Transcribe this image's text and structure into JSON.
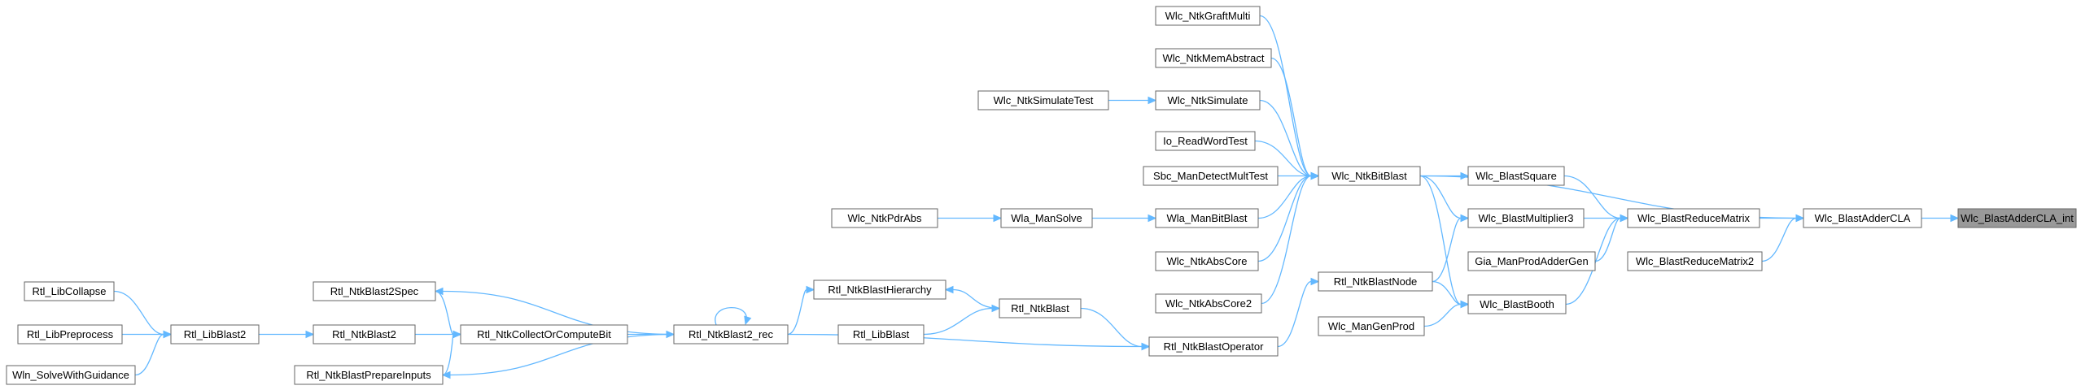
{
  "graph": {
    "title": "Wlc_BlastAdderCLA_int",
    "colors": {
      "node_border": "#666666",
      "root_fill": "#999999",
      "edge": "#63b8ff",
      "text": "#000000"
    },
    "nodes": [
      {
        "id": "n_root",
        "label": "Wlc_BlastAdderCLA_int",
        "root": true
      },
      {
        "id": "n_adderCLA",
        "label": "Wlc_BlastAdderCLA"
      },
      {
        "id": "n_reduceMatrix",
        "label": "Wlc_BlastReduceMatrix"
      },
      {
        "id": "n_reduceMatrix2",
        "label": "Wlc_BlastReduceMatrix2"
      },
      {
        "id": "n_square",
        "label": "Wlc_BlastSquare"
      },
      {
        "id": "n_mult3",
        "label": "Wlc_BlastMultiplier3"
      },
      {
        "id": "n_giaAdder",
        "label": "Gia_ManProdAdderGen"
      },
      {
        "id": "n_booth",
        "label": "Wlc_BlastBooth"
      },
      {
        "id": "n_bitBlast",
        "label": "Wlc_NtkBitBlast"
      },
      {
        "id": "n_rtlBlastNode",
        "label": "Rtl_NtkBlastNode"
      },
      {
        "id": "n_genProd",
        "label": "Wlc_ManGenProd"
      },
      {
        "id": "n_graftMulti",
        "label": "Wlc_NtkGraftMulti"
      },
      {
        "id": "n_memAbstract",
        "label": "Wlc_NtkMemAbstract"
      },
      {
        "id": "n_simulate",
        "label": "Wlc_NtkSimulate"
      },
      {
        "id": "n_readWordTest",
        "label": "Io_ReadWordTest"
      },
      {
        "id": "n_sbc",
        "label": "Sbc_ManDetectMultTest"
      },
      {
        "id": "n_wlaBitBlast",
        "label": "Wla_ManBitBlast"
      },
      {
        "id": "n_absCore",
        "label": "Wlc_NtkAbsCore"
      },
      {
        "id": "n_absCore2",
        "label": "Wlc_NtkAbsCore2"
      },
      {
        "id": "n_blastOperator",
        "label": "Rtl_NtkBlastOperator"
      },
      {
        "id": "n_simulateTest",
        "label": "Wlc_NtkSimulateTest"
      },
      {
        "id": "n_wlaManSolve",
        "label": "Wla_ManSolve"
      },
      {
        "id": "n_pdrAbs",
        "label": "Wlc_NtkPdrAbs"
      },
      {
        "id": "n_rtlNtkBlast",
        "label": "Rtl_NtkBlast"
      },
      {
        "id": "n_hierarchy",
        "label": "Rtl_NtkBlastHierarchy"
      },
      {
        "id": "n_rtlLibBlast",
        "label": "Rtl_LibBlast"
      },
      {
        "id": "n_blast2rec",
        "label": "Rtl_NtkBlast2_rec"
      },
      {
        "id": "n_blast2spec",
        "label": "Rtl_NtkBlast2Spec"
      },
      {
        "id": "n_collect",
        "label": "Rtl_NtkCollectOrComputeBit"
      },
      {
        "id": "n_prepare",
        "label": "Rtl_NtkBlastPrepareInputs"
      },
      {
        "id": "n_ntkBlast2",
        "label": "Rtl_NtkBlast2"
      },
      {
        "id": "n_libBlast2",
        "label": "Rtl_LibBlast2"
      },
      {
        "id": "n_libCollapse",
        "label": "Rtl_LibCollapse"
      },
      {
        "id": "n_libPreprocess",
        "label": "Rtl_LibPreprocess"
      },
      {
        "id": "n_wlnSolve",
        "label": "Wln_SolveWithGuidance"
      }
    ],
    "edges": [
      {
        "from": "n_adderCLA",
        "to": "n_root"
      },
      {
        "from": "n_reduceMatrix",
        "to": "n_adderCLA"
      },
      {
        "from": "n_reduceMatrix2",
        "to": "n_adderCLA"
      },
      {
        "from": "n_bitBlast",
        "to": "n_adderCLA"
      },
      {
        "from": "n_square",
        "to": "n_reduceMatrix"
      },
      {
        "from": "n_mult3",
        "to": "n_reduceMatrix"
      },
      {
        "from": "n_giaAdder",
        "to": "n_reduceMatrix"
      },
      {
        "from": "n_booth",
        "to": "n_reduceMatrix"
      },
      {
        "from": "n_bitBlast",
        "to": "n_square"
      },
      {
        "from": "n_bitBlast",
        "to": "n_mult3"
      },
      {
        "from": "n_rtlBlastNode",
        "to": "n_mult3"
      },
      {
        "from": "n_bitBlast",
        "to": "n_booth"
      },
      {
        "from": "n_rtlBlastNode",
        "to": "n_booth"
      },
      {
        "from": "n_genProd",
        "to": "n_booth"
      },
      {
        "from": "n_graftMulti",
        "to": "n_bitBlast"
      },
      {
        "from": "n_memAbstract",
        "to": "n_bitBlast"
      },
      {
        "from": "n_simulate",
        "to": "n_bitBlast"
      },
      {
        "from": "n_readWordTest",
        "to": "n_bitBlast"
      },
      {
        "from": "n_sbc",
        "to": "n_bitBlast"
      },
      {
        "from": "n_wlaBitBlast",
        "to": "n_bitBlast"
      },
      {
        "from": "n_absCore",
        "to": "n_bitBlast"
      },
      {
        "from": "n_absCore2",
        "to": "n_bitBlast"
      },
      {
        "from": "n_blastOperator",
        "to": "n_rtlBlastNode"
      },
      {
        "from": "n_simulateTest",
        "to": "n_simulate"
      },
      {
        "from": "n_wlaManSolve",
        "to": "n_wlaBitBlast"
      },
      {
        "from": "n_pdrAbs",
        "to": "n_wlaManSolve"
      },
      {
        "from": "n_rtlNtkBlast",
        "to": "n_blastOperator"
      },
      {
        "from": "n_blast2rec",
        "to": "n_blastOperator"
      },
      {
        "from": "n_rtlNtkBlast",
        "to": "n_hierarchy"
      },
      {
        "from": "n_rtlLibBlast",
        "to": "n_rtlNtkBlast"
      },
      {
        "from": "n_blast2rec",
        "to": "n_hierarchy"
      },
      {
        "from": "n_blast2rec",
        "to": "n_blast2rec"
      },
      {
        "from": "n_blast2rec",
        "to": "n_blast2spec"
      },
      {
        "from": "n_blast2rec",
        "to": "n_prepare"
      },
      {
        "from": "n_collect",
        "to": "n_blast2rec"
      },
      {
        "from": "n_blast2spec",
        "to": "n_collect"
      },
      {
        "from": "n_prepare",
        "to": "n_collect"
      },
      {
        "from": "n_ntkBlast2",
        "to": "n_collect"
      },
      {
        "from": "n_libBlast2",
        "to": "n_ntkBlast2"
      },
      {
        "from": "n_libCollapse",
        "to": "n_libBlast2"
      },
      {
        "from": "n_libPreprocess",
        "to": "n_libBlast2"
      },
      {
        "from": "n_wlnSolve",
        "to": "n_libBlast2"
      }
    ]
  }
}
